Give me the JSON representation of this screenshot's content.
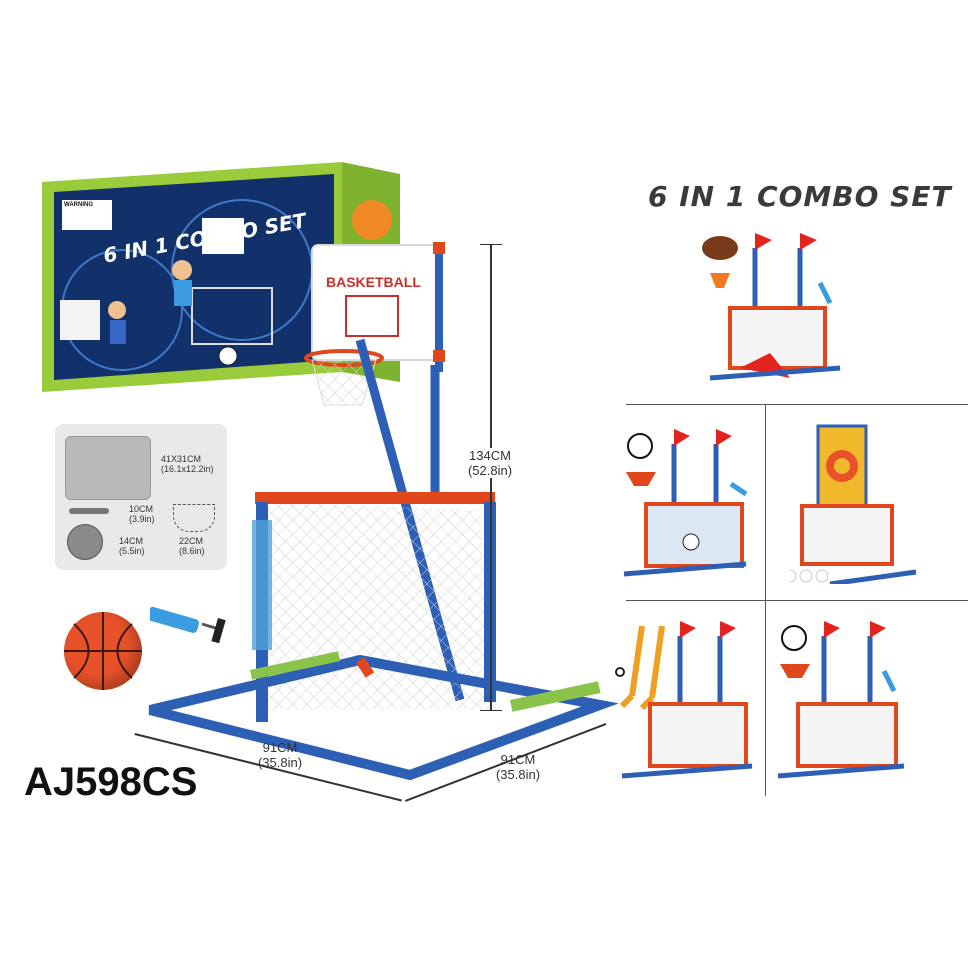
{
  "header": {
    "title": "6 IN 1 COMBO SET"
  },
  "product": {
    "model": "AJ598CS"
  },
  "backboard": {
    "label": "BASKETBALL"
  },
  "box": {
    "title": "6 IN 1 COMBO SET",
    "warning": "WARNING"
  },
  "dimensions": {
    "height": {
      "cm": "134CM",
      "in": "(52.8in)"
    },
    "width_left": {
      "cm": "91CM",
      "in": "(35.8in)"
    },
    "width_right": {
      "cm": "91CM",
      "in": "(35.8in)"
    }
  },
  "parts": {
    "board": {
      "cm": "41X31CM",
      "in": "(16.1x12.2in)"
    },
    "pump": {
      "cm": "10CM",
      "in": "(3.9in)"
    },
    "ball": {
      "cm": "14CM",
      "in": "(5.5in)"
    },
    "net": {
      "cm": "22CM",
      "in": "(8.6in)"
    }
  },
  "colors": {
    "frame_blue": "#2d5fb5",
    "frame_orange": "#e0471d",
    "net_white": "#f4f4f4",
    "flag_red": "#e22420",
    "box_green": "#9acb3b",
    "box_navy": "#12306a",
    "ball_orange": "#e8522a"
  }
}
